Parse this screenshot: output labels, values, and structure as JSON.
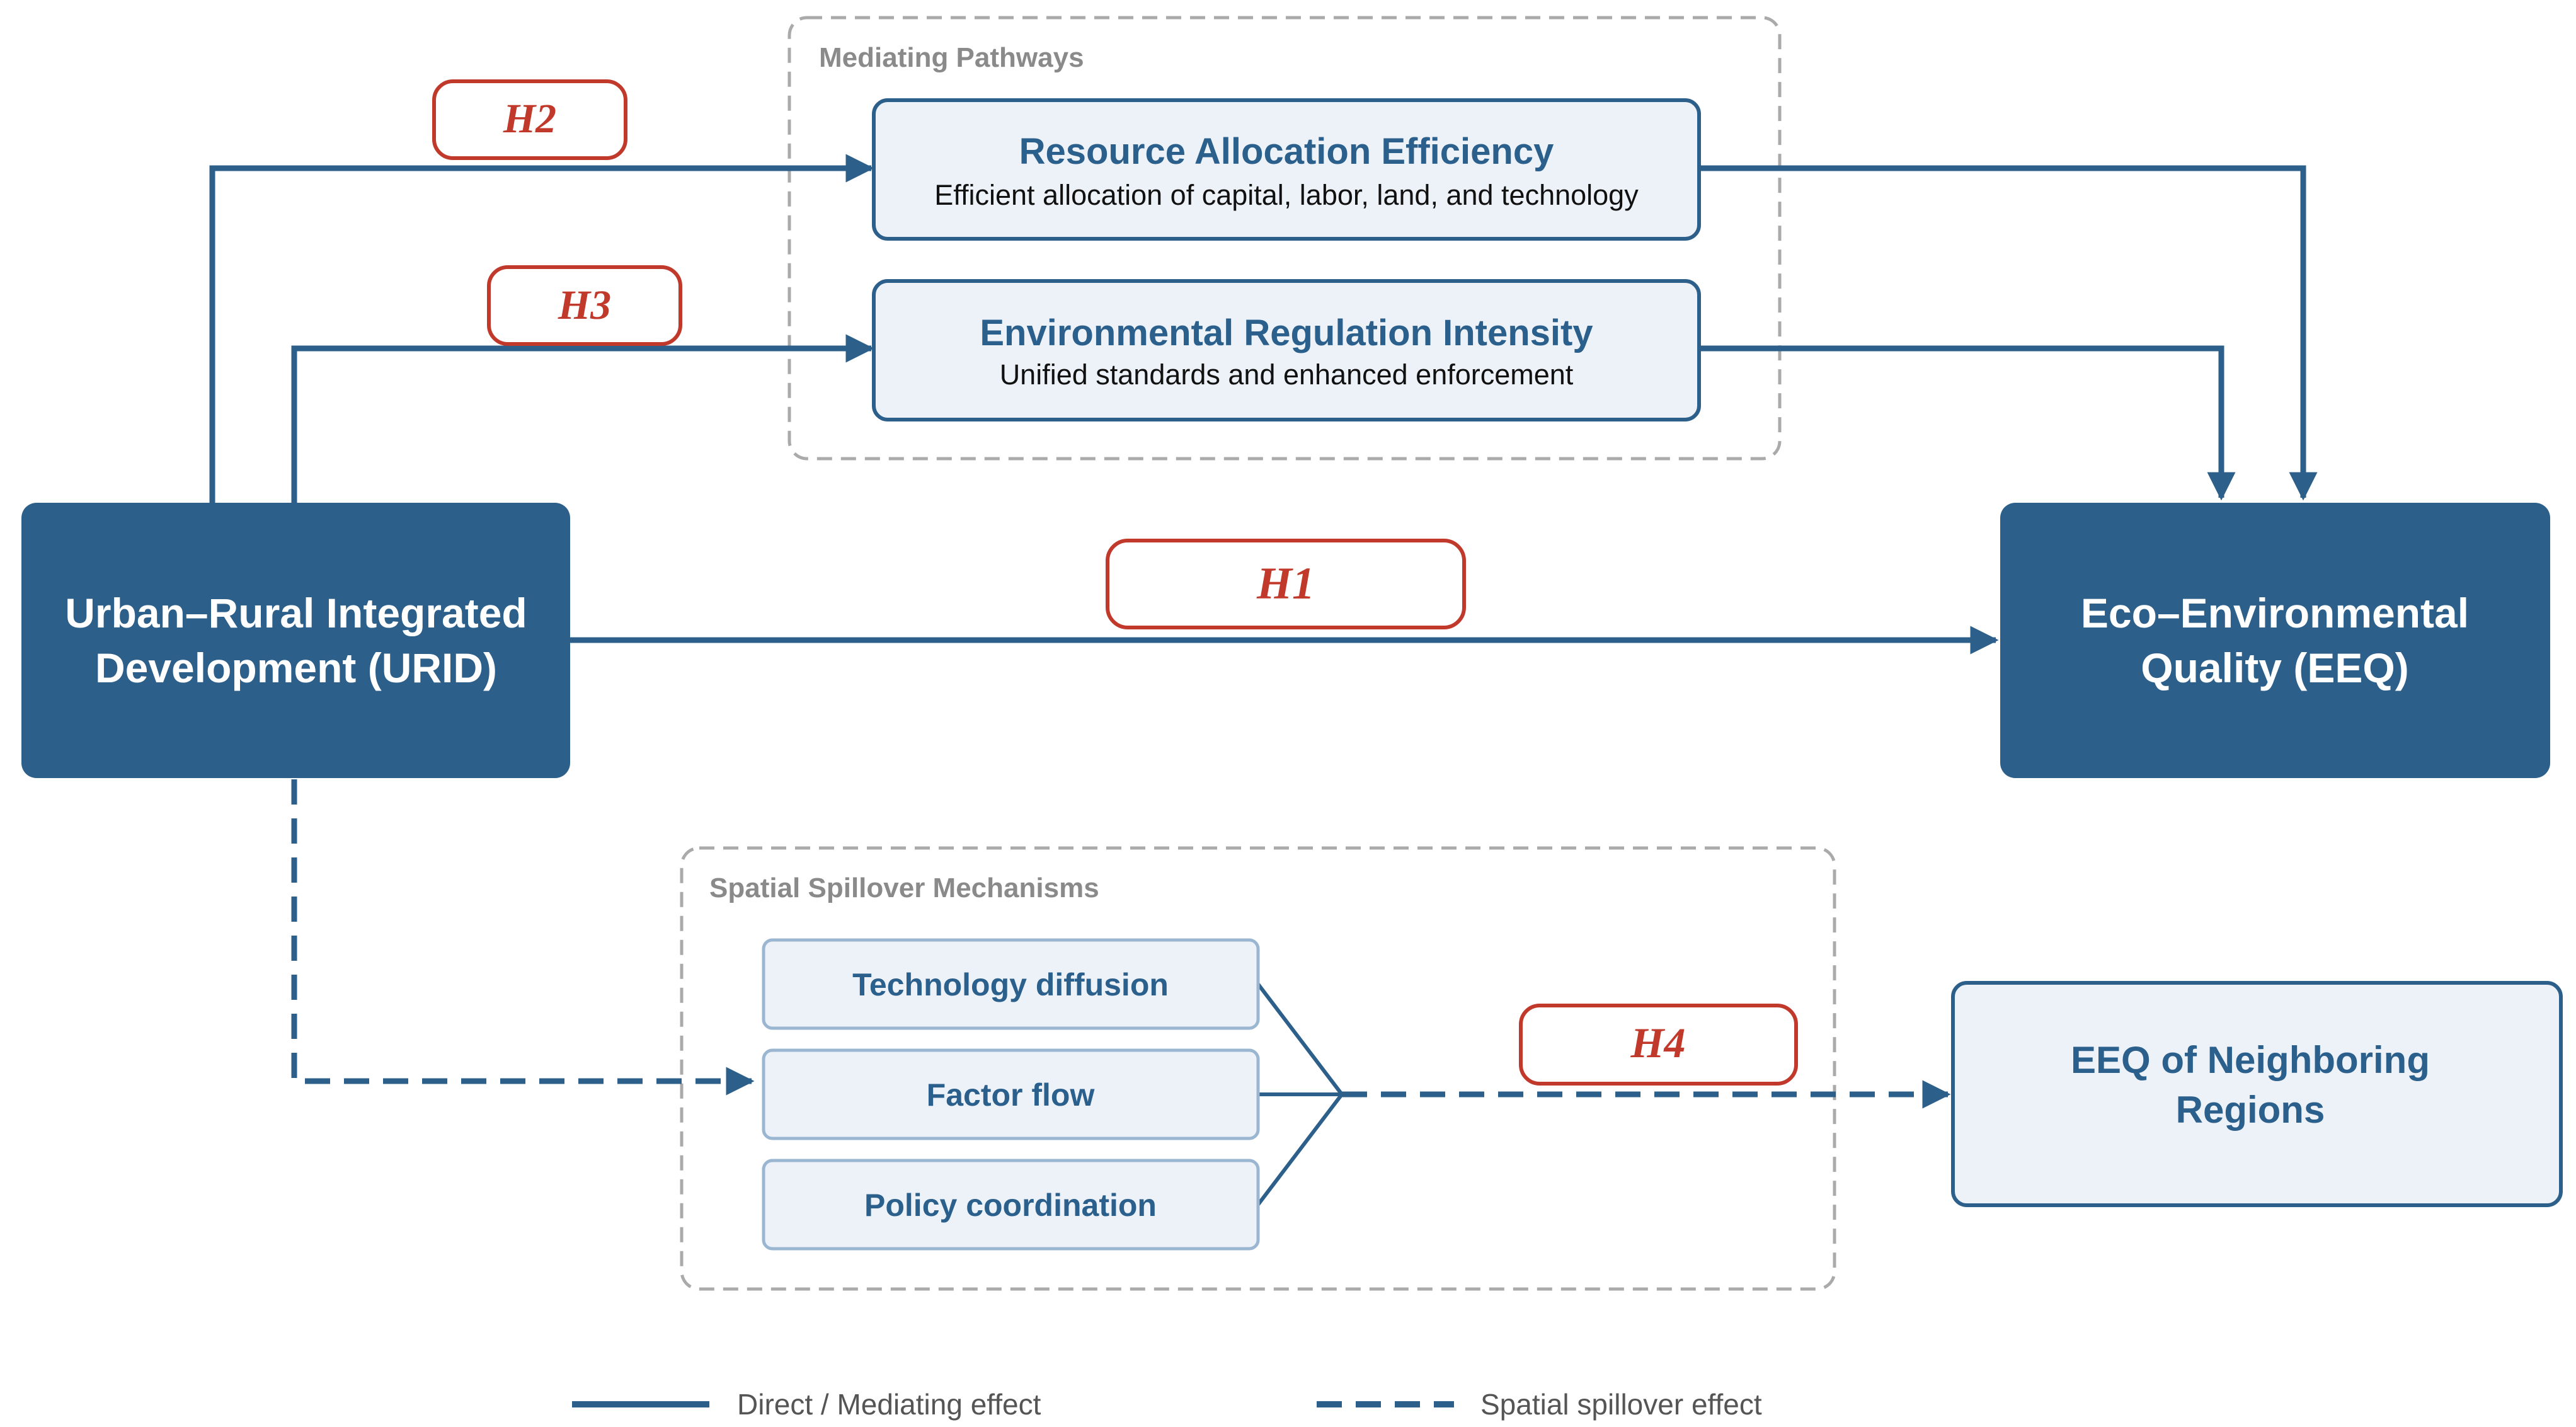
{
  "groups": {
    "mediating": "Mediating Pathways",
    "spillover": "Spatial Spillover Mechanisms"
  },
  "nodes": {
    "urid": [
      "Urban–Rural Integrated",
      "Development (URID)"
    ],
    "eeq": [
      "Eco–Environmental",
      "Quality (EEQ)"
    ],
    "resource": {
      "title": "Resource Allocation Efficiency",
      "subtitle": "Efficient allocation of capital, labor, land, and technology"
    },
    "regulation": {
      "title": "Environmental Regulation Intensity",
      "subtitle": "Unified standards and enhanced enforcement"
    },
    "technology": "Technology diffusion",
    "factor": "Factor flow",
    "policy": "Policy coordination",
    "neighbor": [
      "EEQ of Neighboring",
      "Regions"
    ]
  },
  "hypotheses": {
    "h1": "H1",
    "h2": "H2",
    "h3": "H3",
    "h4": "H4"
  },
  "legend": {
    "solid": "Direct / Mediating effect",
    "dashed": "Spatial spillover effect"
  },
  "colors": {
    "primary": "#2c5f8a",
    "light_fill": "#edf2f8",
    "hypothesis": "#c0392b",
    "group_border": "#aaaaaa"
  }
}
